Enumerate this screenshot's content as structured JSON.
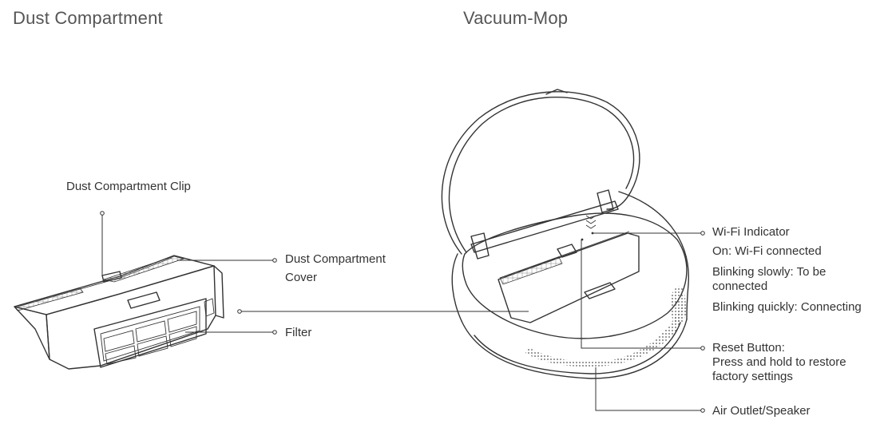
{
  "sections": {
    "left_title": "Dust Compartment",
    "right_title": "Vacuum-Mop"
  },
  "dust_compartment": {
    "clip": "Dust Compartment Clip",
    "cover_line1": "Dust Compartment",
    "cover_line2": "Cover",
    "filter": "Filter"
  },
  "vacuum_mop": {
    "wifi_indicator": "Wi-Fi Indicator",
    "wifi_on": "On: Wi-Fi connected",
    "wifi_slow_line1": "Blinking slowly: To be",
    "wifi_slow_line2": "connected",
    "wifi_quick": "Blinking quickly: Connecting",
    "reset_title": "Reset Button:",
    "reset_line1": "Press and hold to restore",
    "reset_line2": "factory settings",
    "air_outlet": "Air Outlet/Speaker"
  },
  "colors": {
    "ink": "#333333",
    "title": "#555555",
    "background": "#ffffff"
  }
}
